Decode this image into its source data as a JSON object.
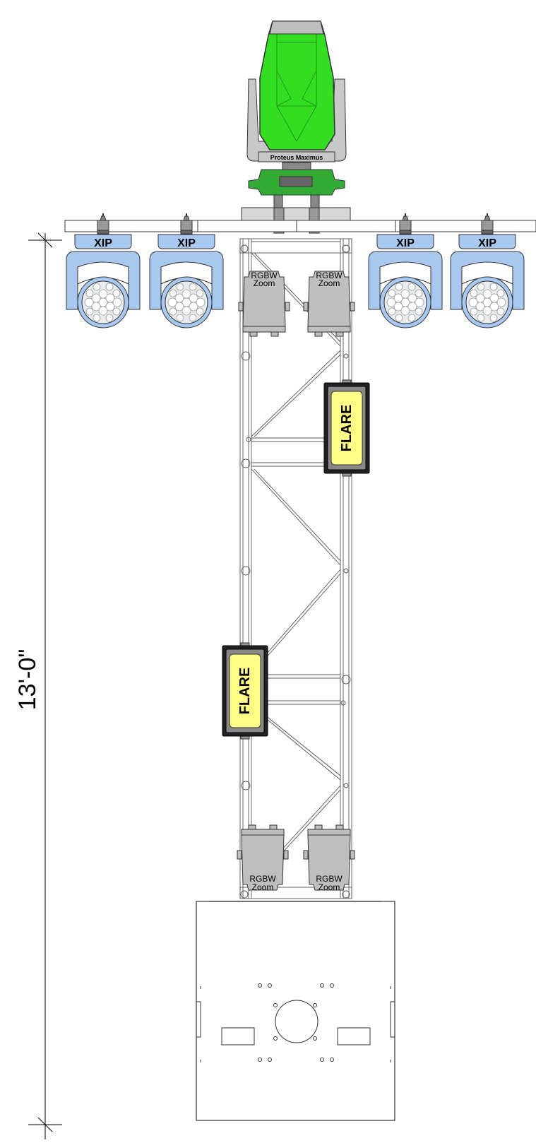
{
  "dimension": {
    "label": "13'-0\""
  },
  "moving_head": {
    "label": "Proteus Maximus",
    "body_color": "#33dd22",
    "base_color": "#33aa33"
  },
  "beam_fixtures": {
    "label": "XIP",
    "color": "#a8c8f0"
  },
  "par_fixtures": {
    "line1": "RGBW",
    "line2": "Zoom"
  },
  "strobes": {
    "label": "FLARE",
    "color": "#ffff88"
  }
}
